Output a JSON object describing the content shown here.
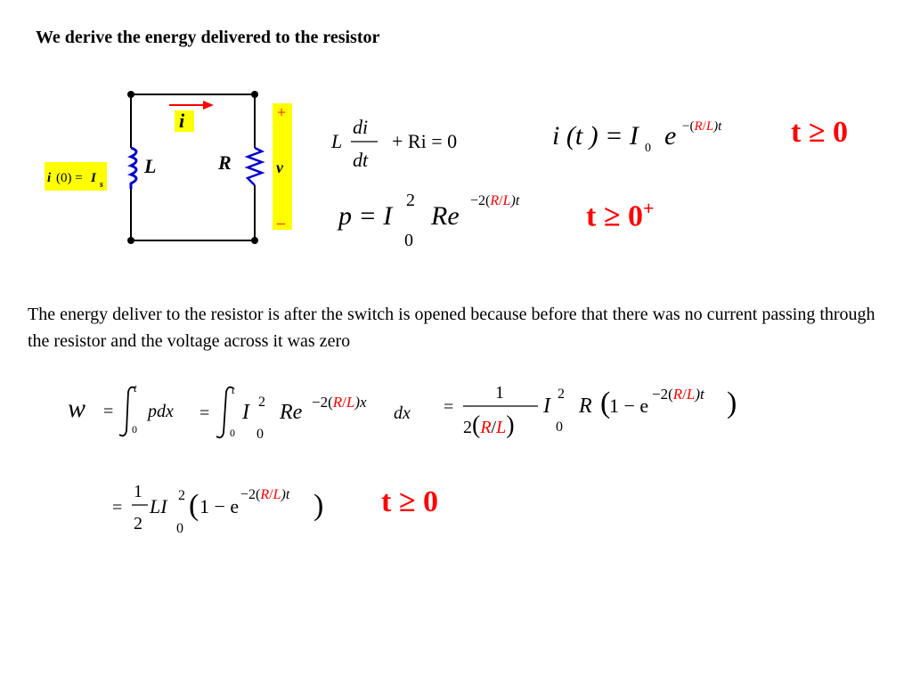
{
  "title": "We derive the energy delivered to the resistor",
  "paragraph": "The energy deliver to the resistor is after the switch is opened because before that there was no current passing through the resistor and the voltage across it was zero",
  "circuit": {
    "current_label": "i",
    "inductor_label": "L",
    "resistor_label": "R",
    "voltage_label": "v",
    "plus_sign": "+",
    "minus_sign": "–",
    "initial_condition": {
      "i": "i",
      "paren": "(0) =",
      "I": "I",
      "sub": "s"
    },
    "colors": {
      "wire": "#000000",
      "inductor": "#0000cc",
      "current_arrow": "#ff0000",
      "highlight": "#ffff00",
      "voltage_sign": "#ff0000"
    }
  },
  "conditions": {
    "c1": "t ≥ 0",
    "c2_base": "t ≥ 0",
    "c2_sup": "+",
    "c3": "t ≥ 0"
  },
  "equations": {
    "ode": {
      "L": "L",
      "num": "di",
      "den": "dt",
      "rest": "+  Ri  = 0"
    },
    "current": {
      "lhs": "i (t ) = I",
      "sub": "0",
      "e": "e",
      "exp_a": "−(",
      "exp_r": "R",
      "exp_slash": "/",
      "exp_l": "L",
      "exp_b": ")t"
    },
    "power": {
      "lhs": "p = I",
      "sup": "2",
      "sub": "0",
      "re": "Re",
      "exp_a": "−2(",
      "exp_r": "R",
      "exp_slash": "/",
      "exp_l": "L",
      "exp_b": ")t"
    },
    "work": {
      "w": "w",
      "eq1": "=",
      "int_upper": "t",
      "int_lower": "0",
      "pdx": "pdx",
      "eq2": "=",
      "I": "I",
      "sup": "2",
      "sub": "0",
      "re": "Re",
      "exp_a": "−2(",
      "exp_r": "R",
      "exp_slash": "/",
      "exp_l": "L",
      "exp_b": ")x",
      "dx": "dx",
      "eq3": "=",
      "frac_num": "1",
      "frac_den_2": "2",
      "frac_den_r": "R",
      "frac_den_slash": "/",
      "frac_den_l": "L",
      "I2": "I",
      "sup2": "2",
      "sub2": "0",
      "R": "R",
      "one_minus_e": "1 − e",
      "exp2_a": "−2(",
      "exp2_r": "R",
      "exp2_slash": "/",
      "exp2_l": "L",
      "exp2_b": ")t"
    },
    "final": {
      "eq": "=",
      "half_num": "1",
      "half_den": "2",
      "LI": "LI",
      "sup": "2",
      "sub": "0",
      "one_minus_e": "1 − e",
      "exp_a": "−2(",
      "exp_r": "R",
      "exp_slash": "/",
      "exp_l": "L",
      "exp_b": ")t"
    }
  }
}
